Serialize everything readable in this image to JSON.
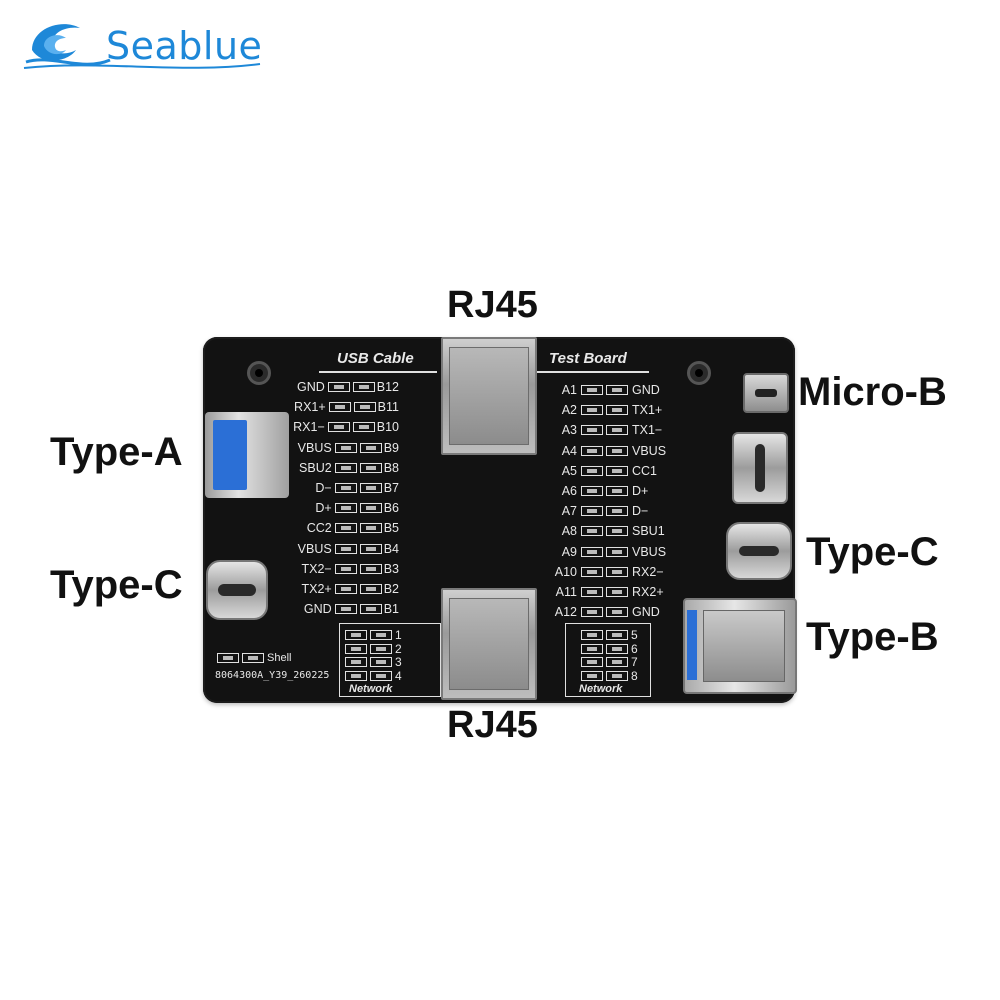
{
  "brand": {
    "name": "Seablue",
    "color": "#1e88d8"
  },
  "callouts": {
    "rj45_top": "RJ45",
    "rj45_bottom": "RJ45",
    "type_a": "Type-A",
    "type_c_left": "Type-C",
    "micro_b": "Micro-B",
    "type_c_right": "Type-C",
    "type_b": "Type-B"
  },
  "board": {
    "header_left": "USB Cable",
    "header_right": "Test Board",
    "left_pins": [
      {
        "name": "GND",
        "pin": "B12"
      },
      {
        "name": "RX1+",
        "pin": "B11"
      },
      {
        "name": "RX1−",
        "pin": "B10"
      },
      {
        "name": "VBUS",
        "pin": "B9"
      },
      {
        "name": "SBU2",
        "pin": "B8"
      },
      {
        "name": "D−",
        "pin": "B7"
      },
      {
        "name": "D+",
        "pin": "B6"
      },
      {
        "name": "CC2",
        "pin": "B5"
      },
      {
        "name": "VBUS",
        "pin": "B4"
      },
      {
        "name": "TX2−",
        "pin": "B3"
      },
      {
        "name": "TX2+",
        "pin": "B2"
      },
      {
        "name": "GND",
        "pin": "B1"
      }
    ],
    "right_pins": [
      {
        "pin": "A1",
        "name": "GND"
      },
      {
        "pin": "A2",
        "name": "TX1+"
      },
      {
        "pin": "A3",
        "name": "TX1−"
      },
      {
        "pin": "A4",
        "name": "VBUS"
      },
      {
        "pin": "A5",
        "name": "CC1"
      },
      {
        "pin": "A6",
        "name": "D+"
      },
      {
        "pin": "A7",
        "name": "D−"
      },
      {
        "pin": "A8",
        "name": "SBU1"
      },
      {
        "pin": "A9",
        "name": "VBUS"
      },
      {
        "pin": "A10",
        "name": "RX2−"
      },
      {
        "pin": "A11",
        "name": "RX2+"
      },
      {
        "pin": "A12",
        "name": "GND"
      }
    ],
    "network_left": [
      "1",
      "2",
      "3",
      "4"
    ],
    "network_right": [
      "5",
      "6",
      "7",
      "8"
    ],
    "network_label_left": "Network",
    "network_label_right": "Network",
    "shell_label": "Shell",
    "serial": "8064300A_Y39_260225"
  },
  "colors": {
    "board": "#121212",
    "silkscreen": "#e8e8e8",
    "usb3_blue": "#2b6fd6"
  }
}
